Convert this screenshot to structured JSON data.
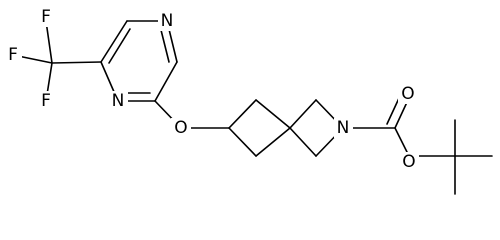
{
  "structure": {
    "atoms": {
      "f_top": "F",
      "f_left": "F",
      "f_bottom": "F",
      "n_pyrazine_top": "N",
      "n_pyrazine_bottom": "N",
      "o_ether": "O",
      "n_azetidine": "N",
      "o_carbonyl": "O",
      "o_ester": "O"
    }
  }
}
